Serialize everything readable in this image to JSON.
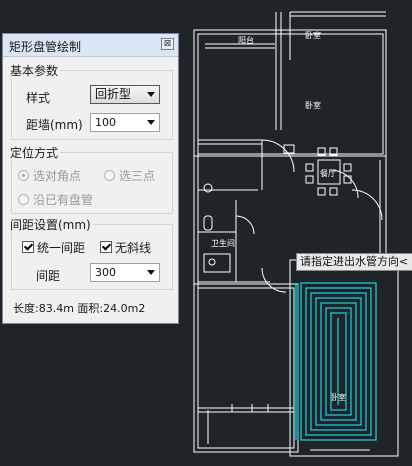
{
  "dialog": {
    "title": "矩形盘管绘制",
    "close_label": "⊠",
    "basic": {
      "title": "基本参数",
      "style_label": "样式",
      "style_value": "回折型",
      "dist_label": "距墙(mm)",
      "dist_value": "100"
    },
    "locate": {
      "title": "定位方式",
      "opt1": "选对角点",
      "opt2": "选三点",
      "opt3": "沿已有盘管"
    },
    "spacing": {
      "title": "间距设置(mm)",
      "uniform_label": "统一间距",
      "noslant_label": "无斜线",
      "spacing_label": "间距",
      "spacing_value": "300"
    },
    "summary": "长度:83.4m 面积:24.0m2"
  },
  "drawing": {
    "tooltip": "请指定进出水管方向<",
    "rooms": {
      "balcony_top": "阳台",
      "bedroom1": "卧室",
      "bedroom2": "卧室",
      "dining": "餐厅",
      "bathroom": "卫生间",
      "bedroom3": "卧室"
    }
  },
  "colors": {
    "background": "#1f2429",
    "walls": "#ffffff",
    "pipe": "#18d7e6"
  }
}
